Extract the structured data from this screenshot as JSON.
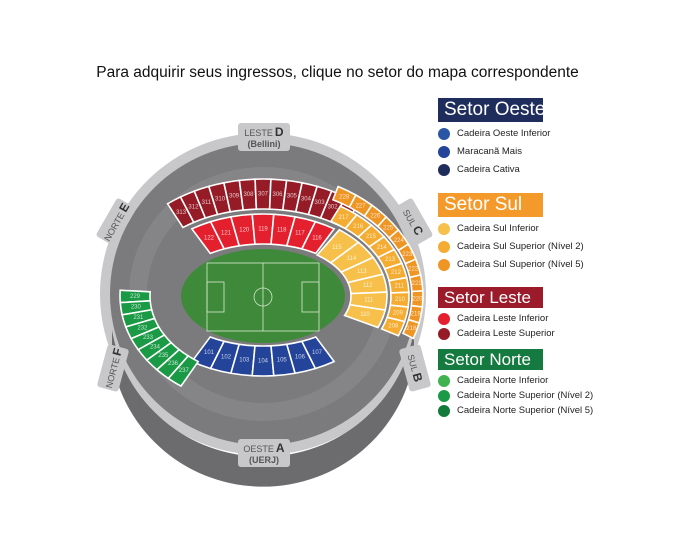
{
  "title": "Para adquirir seus ingressos, clique no setor do mapa correspondente",
  "gates": {
    "D": {
      "name": "LESTE",
      "letter": "D",
      "sub": "(Bellini)"
    },
    "A": {
      "name": "OESTE",
      "letter": "A",
      "sub": "(UERJ)"
    },
    "E": {
      "name": "NORTE",
      "letter": "E"
    },
    "F": {
      "name": "NORTE",
      "letter": "F"
    },
    "C": {
      "name": "SUL",
      "letter": "C"
    },
    "B": {
      "name": "SUL",
      "letter": "B"
    }
  },
  "colors": {
    "oeste_header": "#1f2d5c",
    "sul_header": "#f39a2b",
    "leste_header": "#9b1b2a",
    "norte_header": "#157a3f",
    "ring": "#c8c8cb",
    "concourse": "#7b7b7d",
    "field": "#3f8a3a"
  },
  "sections": {
    "leste_superior": [
      "313",
      "312",
      "311",
      "310",
      "309",
      "308",
      "307",
      "306",
      "305",
      "304",
      "303",
      "302",
      "301"
    ],
    "leste_inferior": [
      "122",
      "121",
      "120",
      "119",
      "118",
      "117",
      "116"
    ],
    "oeste_inferior": [
      "101",
      "102",
      "103",
      "104",
      "105",
      "106",
      "107"
    ],
    "norte_superior": [
      "229",
      "230",
      "231",
      "232",
      "233",
      "234",
      "235",
      "236",
      "237"
    ],
    "sul_inferior": [
      "115",
      "114",
      "113",
      "112",
      "111",
      "110"
    ],
    "sul_superior_2": [
      "217",
      "216",
      "215",
      "214",
      "213",
      "212",
      "211",
      "210",
      "209",
      "208"
    ],
    "sul_superior_5": [
      "228",
      "227",
      "226",
      "225",
      "224",
      "223",
      "222",
      "221",
      "220",
      "219",
      "218"
    ]
  },
  "legend": [
    {
      "header": "Setor Oeste",
      "color": "#1f2d5c",
      "items": [
        {
          "label": "Cadeira Oeste Inferior",
          "color": "#2a56a3"
        },
        {
          "label": "Maracanã Mais",
          "color": "#24449a"
        },
        {
          "label": "Cadeira Cativa",
          "color": "#1f2d5c"
        }
      ]
    },
    {
      "header": "Setor Sul",
      "color": "#f39a2b",
      "items": [
        {
          "label": "Cadeira Sul Inferior",
          "color": "#f6c04a"
        },
        {
          "label": "Cadeira Sul Superior (Nível 2)",
          "color": "#f4ad32"
        },
        {
          "label": "Cadeira Sul Superior (Nível 5)",
          "color": "#ef9524"
        }
      ]
    },
    {
      "header": "Setor Leste",
      "color": "#9b1b2a",
      "items": [
        {
          "label": "Cadeira Leste Inferior",
          "color": "#e5202e"
        },
        {
          "label": "Cadeira Leste Superior",
          "color": "#951c27"
        }
      ]
    },
    {
      "header": "Setor Norte",
      "color": "#157a3f",
      "items": [
        {
          "label": "Cadeira Norte Inferior",
          "color": "#3fb34f"
        },
        {
          "label": "Cadeira Norte Superior (Nível 2)",
          "color": "#1a9a45"
        },
        {
          "label": "Cadeira Norte Superior (Nível 5)",
          "color": "#137a3a"
        }
      ]
    }
  ]
}
